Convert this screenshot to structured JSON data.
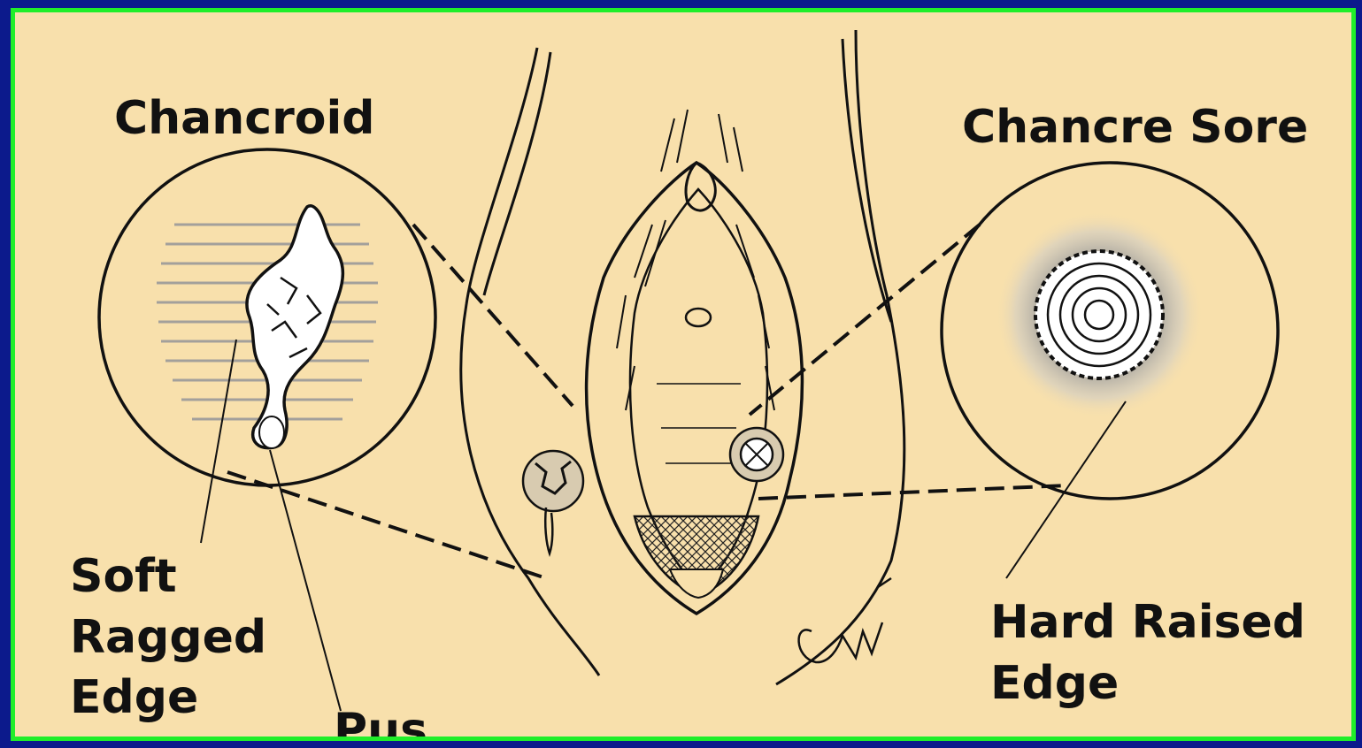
{
  "labels": {
    "chancroid": "Chancroid",
    "chancre_sore": "Chancre Sore",
    "soft_ragged_edge": [
      "Soft",
      "Ragged",
      "Edge"
    ],
    "pus": "Pus",
    "hard_raised_edge": [
      "Hard Raised",
      "Edge"
    ]
  },
  "colors": {
    "background": "#0c1a8c",
    "panel": "#f8e0ac",
    "border": "#20ee2a",
    "ink": "#111111"
  }
}
